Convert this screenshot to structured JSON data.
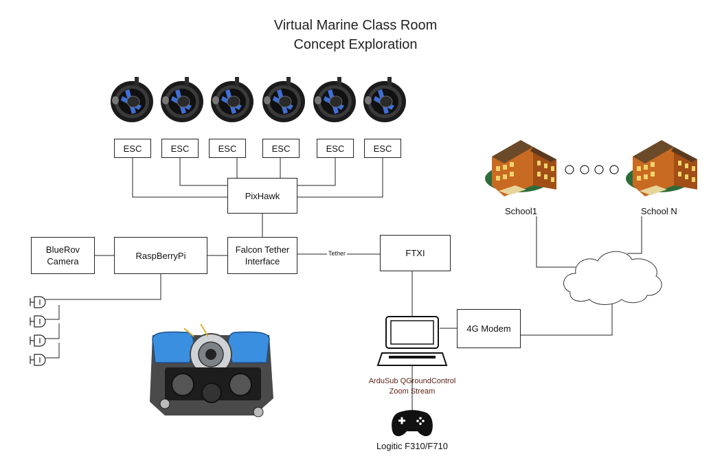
{
  "title": {
    "line1": "Virtual Marine Class Room",
    "line2": "Concept Exploration"
  },
  "esc": [
    "ESC",
    "ESC",
    "ESC",
    "ESC",
    "ESC",
    "ESC"
  ],
  "nodes": {
    "pixhawk": "PixHawk",
    "falcon_line1": "Falcon Tether",
    "falcon_line2": "Interface",
    "raspberrypi": "RaspBerryPi",
    "bluerov_line1": "BlueRov",
    "bluerov_line2": "Camera",
    "ftxi": "FTXI",
    "modem": "4G Modem"
  },
  "tether_label": "Tether",
  "laptop_caption_line1": "ArduSub QGroundControl",
  "laptop_caption_line2": "Zoom Stream",
  "gamepad_label": "Logitic F310/F710",
  "schools": {
    "first": "School1",
    "last": "School N"
  },
  "colors": {
    "thruster_blue": "#3f6fd6",
    "rov_blue": "#3b8fe0",
    "school_brick": "#c96a22",
    "caption_brown": "#5a1f12"
  }
}
